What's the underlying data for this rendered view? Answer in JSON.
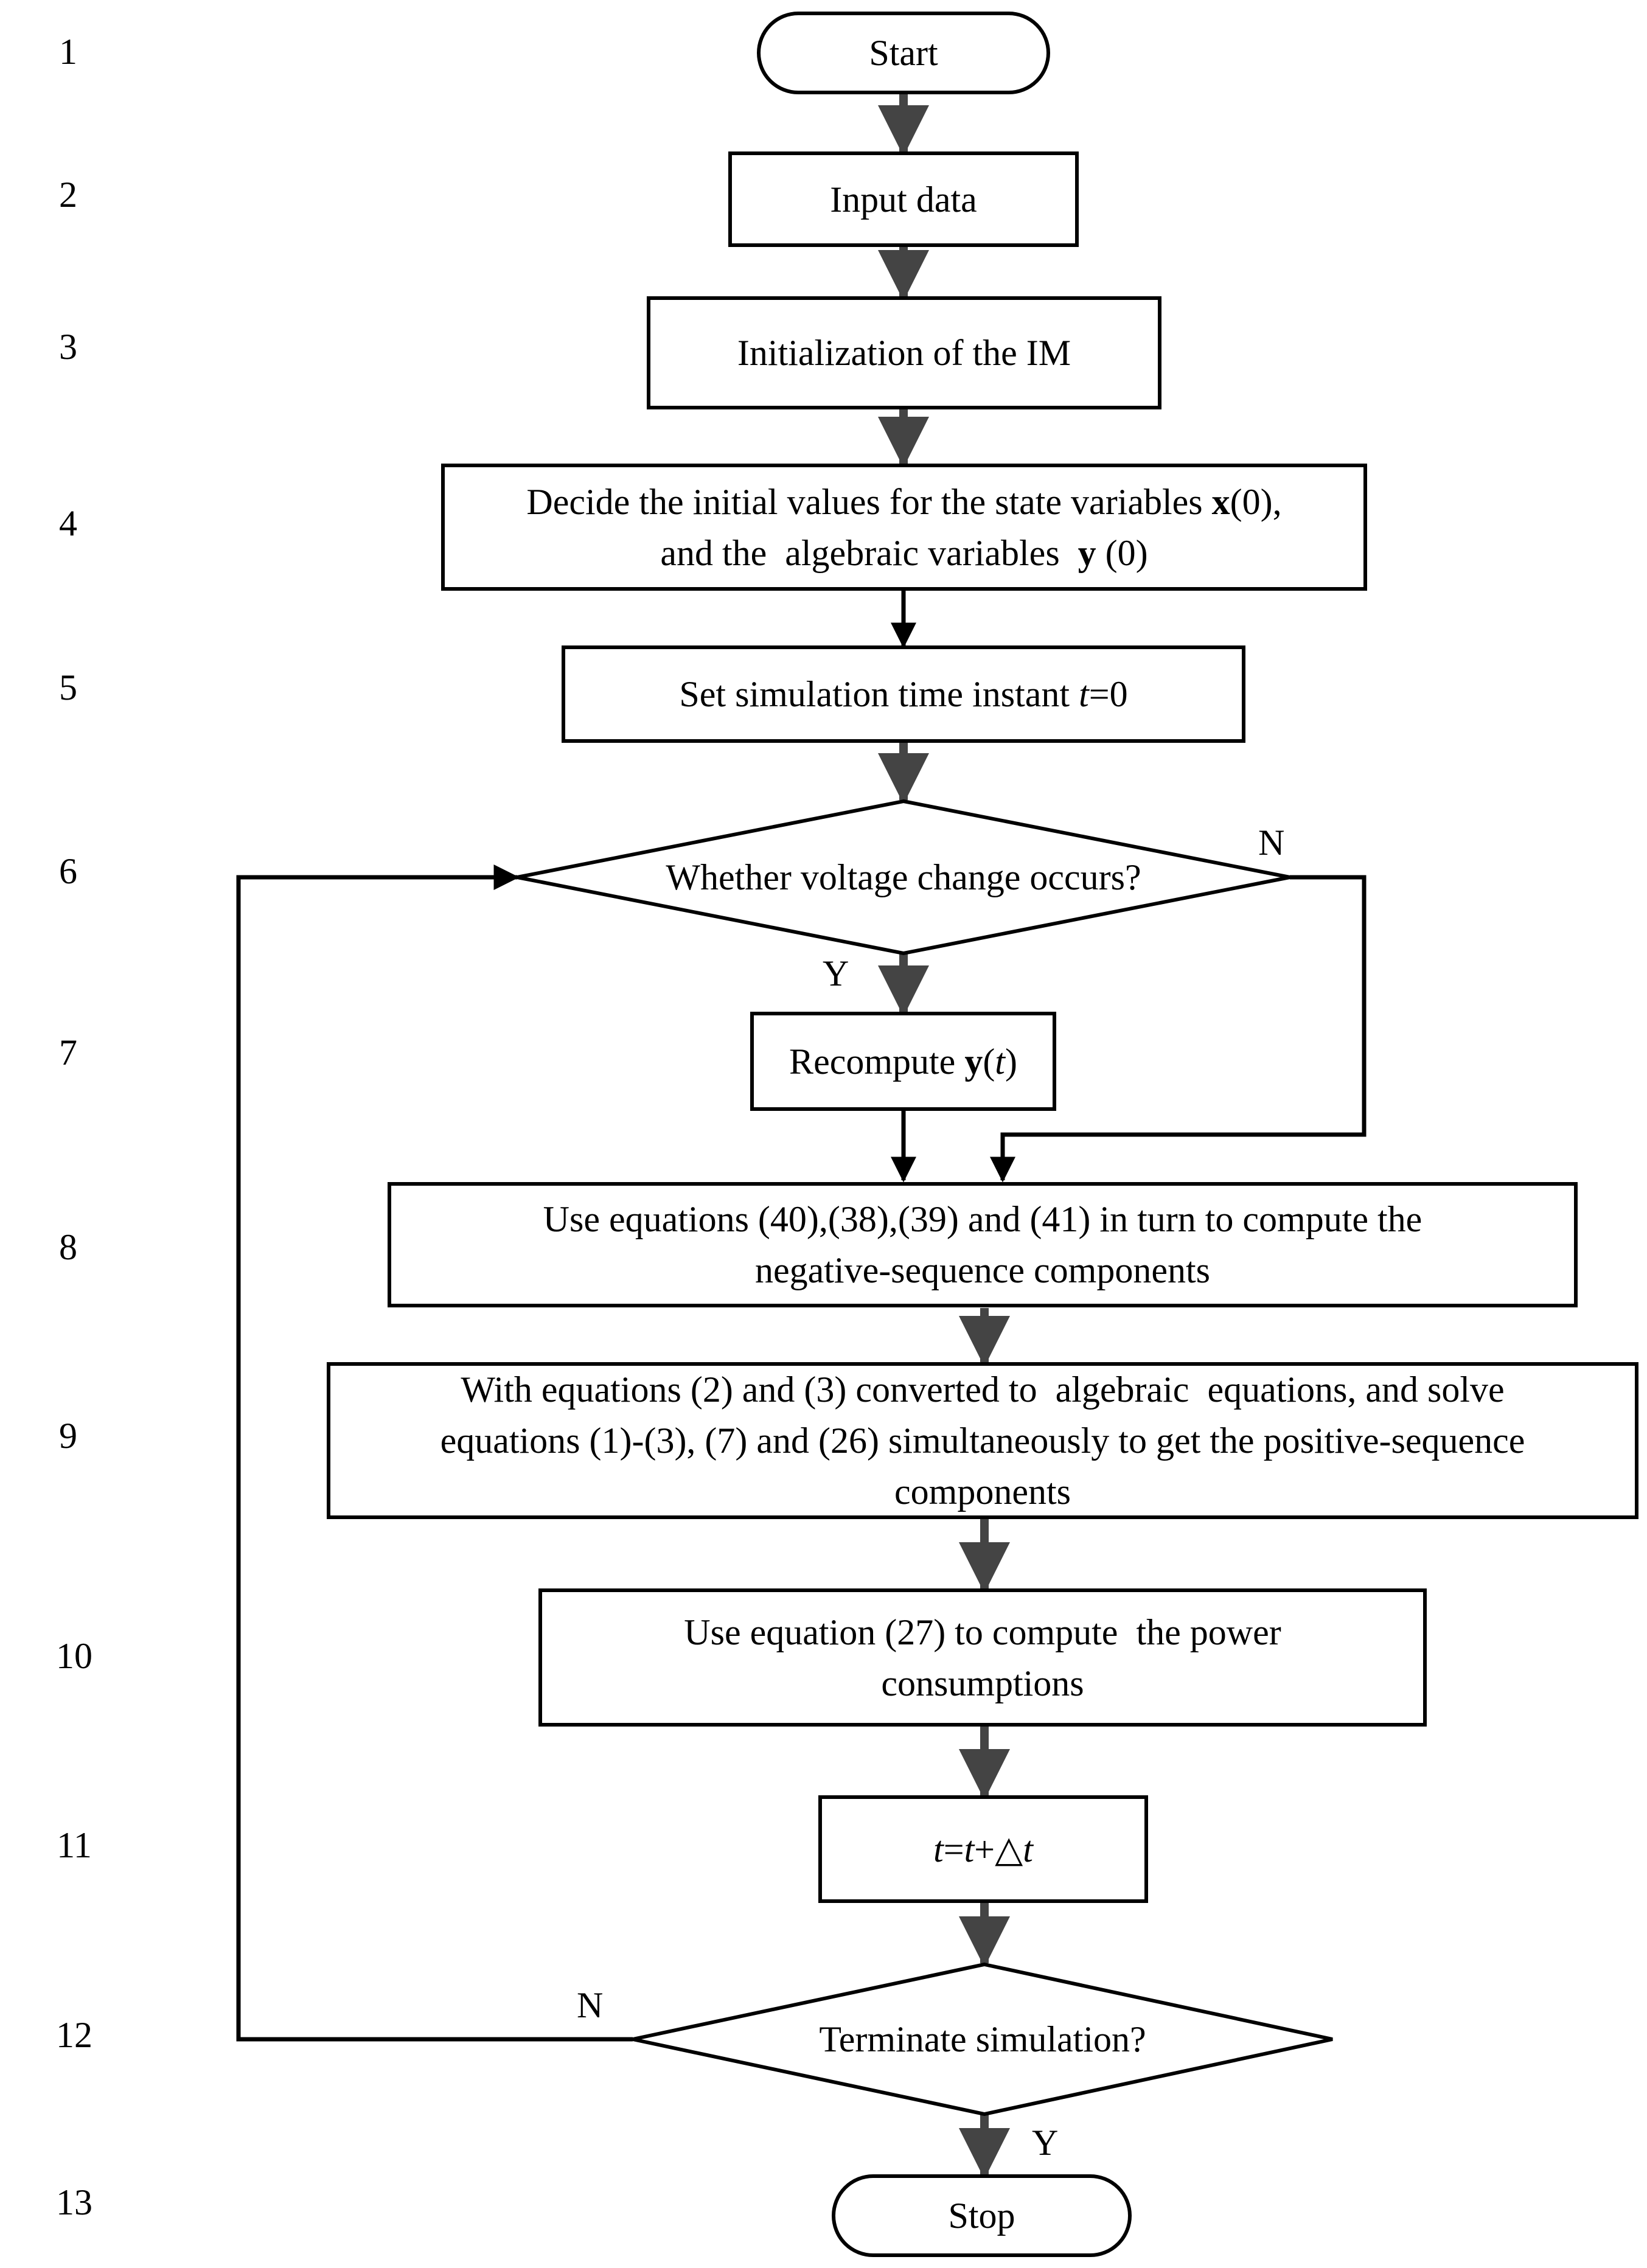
{
  "step_numbers": [
    "1",
    "2",
    "3",
    "4",
    "5",
    "6",
    "7",
    "8",
    "9",
    "10",
    "11",
    "12",
    "13"
  ],
  "nodes": {
    "start": "Start",
    "input": "Input data",
    "init": "Initialization of the IM",
    "decide": {
      "line1_pre": "Decide the initial values for the state variables ",
      "line1_bold": "x",
      "line1_post": "(0),",
      "line2_pre": "and the  algebraic variables  ",
      "line2_bold": "y",
      "line2_post": " (0)"
    },
    "settime": {
      "pre": "Set simulation time instant ",
      "italic": "t",
      "post": "=0"
    },
    "voltage": "Whether voltage change occurs?",
    "recompute": {
      "pre": "Recompute ",
      "bold": "y",
      "open": "(",
      "italic": "t",
      "close": ")"
    },
    "negseq": {
      "line1": "Use equations (40),(38),(39) and (41) in turn to compute the",
      "line2": "negative-sequence components"
    },
    "posseq": {
      "line1": "With equations (2) and (3) converted to  algebraic  equations, and solve",
      "line2": "equations (1)-(3), (7) and (26) simultaneously to get the positive-sequence",
      "line3": "components"
    },
    "power": {
      "line1": "Use equation (27) to compute  the power",
      "line2": "consumptions"
    },
    "increment": {
      "t1": "t",
      "eq": "=",
      "t2": "t",
      "plus": "+△",
      "t3": "t"
    },
    "terminate": "Terminate simulation?",
    "stop": "Stop"
  },
  "labels": {
    "voltage_no": "N",
    "voltage_yes": "Y",
    "terminate_no": "N",
    "terminate_yes": "Y"
  }
}
